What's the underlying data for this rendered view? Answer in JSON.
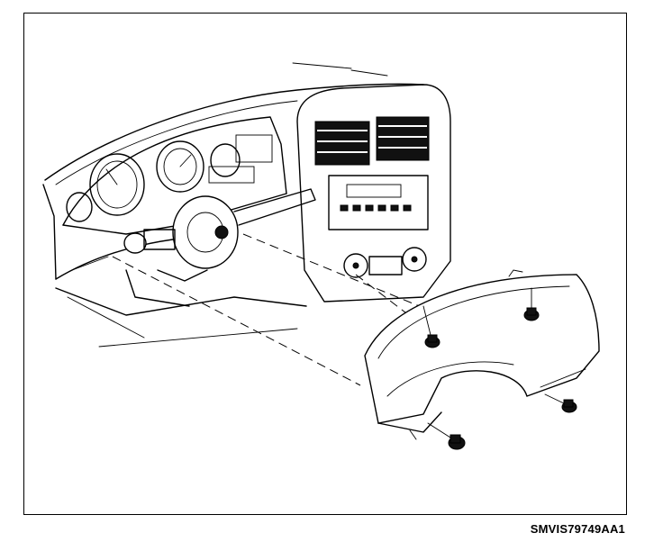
{
  "figure": {
    "caption": "SMVIS79749AA1",
    "subject": "instrument-panel-bezel-removal"
  },
  "colors": {
    "line": "#000000",
    "background": "#ffffff"
  },
  "callouts": [
    {
      "name": "bezel-screw",
      "count": 4
    }
  ]
}
